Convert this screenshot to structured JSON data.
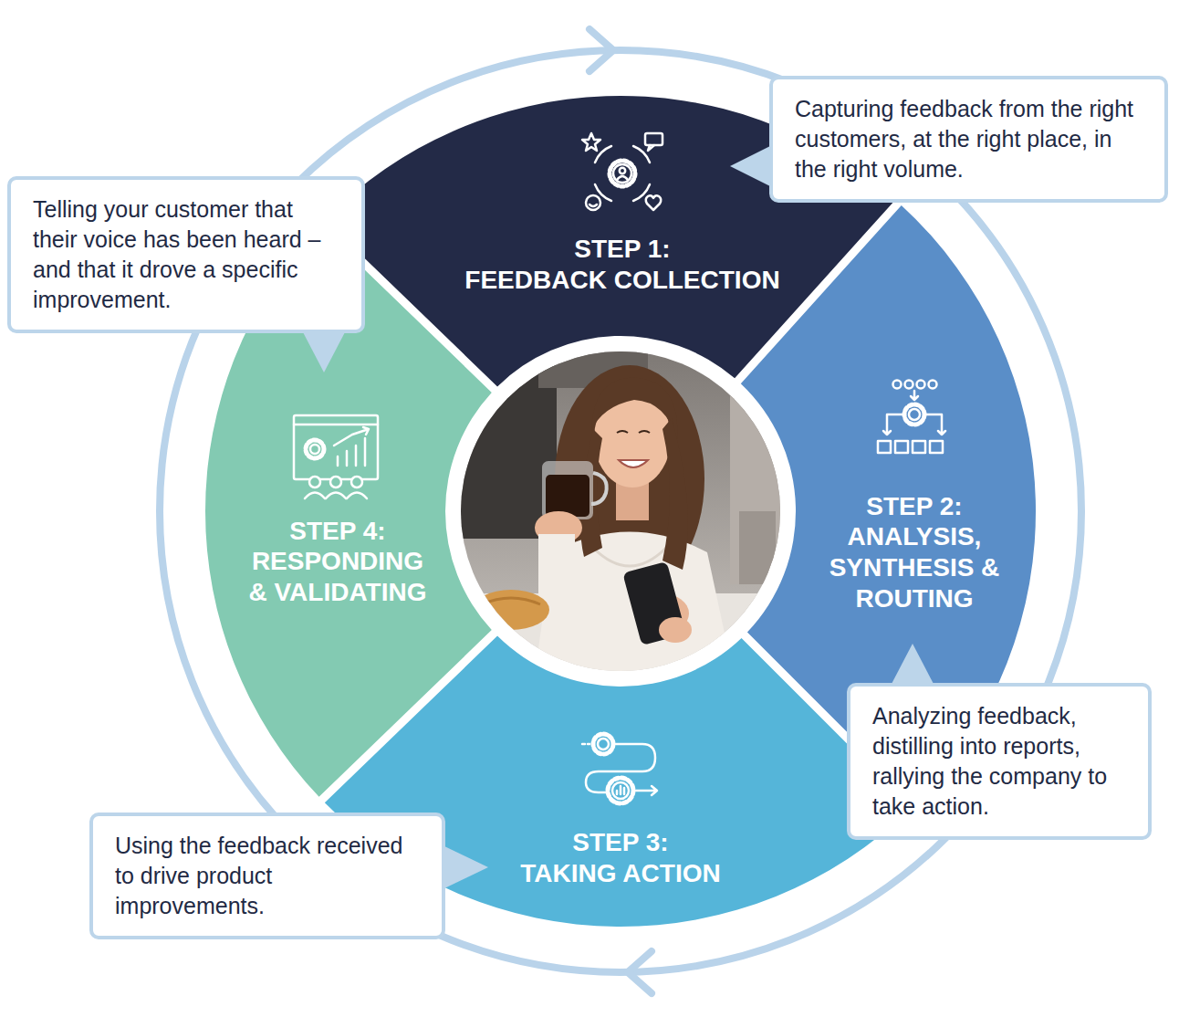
{
  "diagram": {
    "nodes": [
      {
        "text": [
          "STEP 1:",
          "FEEDBACK COLLECTION"
        ]
      },
      {
        "text": [
          "Capturing feedback from the right customers, at the right place, in the right volume."
        ]
      },
      {
        "text": [
          "STEP 2:",
          "ANALYSIS, SYNTHESIS & ROUTING"
        ]
      },
      {
        "text": [
          "Analyzing feedback, distilling into reports, rallying the company to take action."
        ]
      },
      {
        "text": [
          "STEP 3:",
          "TAKING ACTION"
        ]
      },
      {
        "text": [
          "Using the feedback received to drive product improvements."
        ]
      },
      {
        "text": [
          "STEP 4:",
          "RESPONDING & VALIDATING"
        ]
      },
      {
        "text": [
          "Telling your customer that their voice has been heard – and that it drove a specific improvement."
        ]
      }
    ]
  }
}
